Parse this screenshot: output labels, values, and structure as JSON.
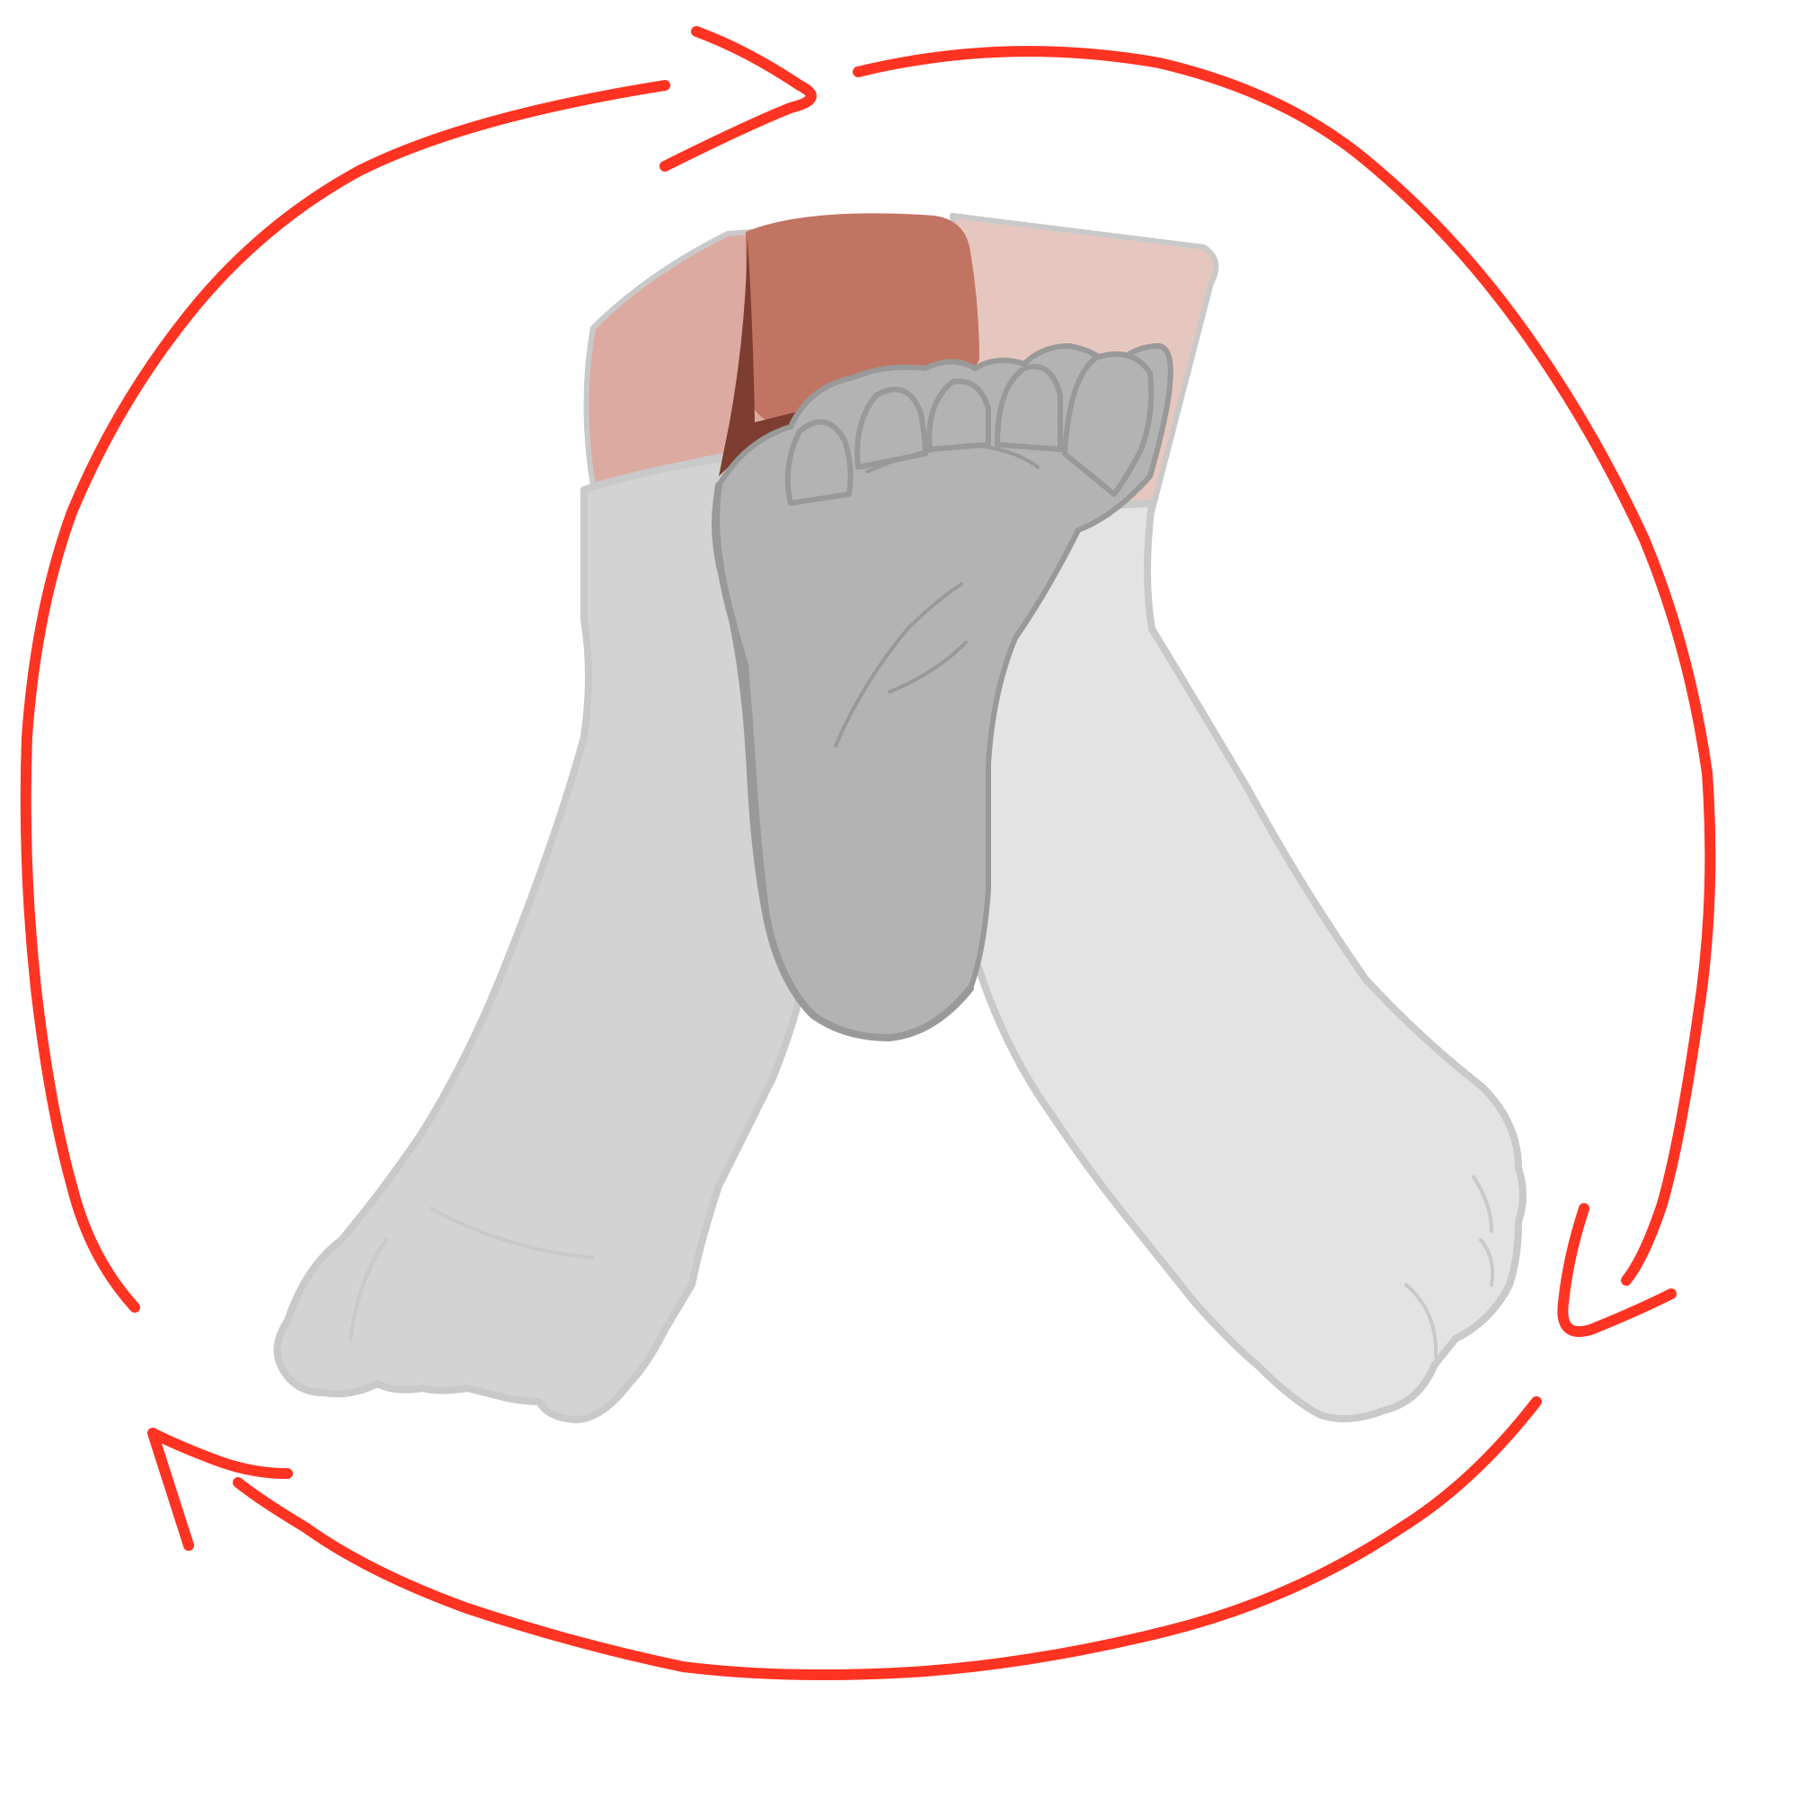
{
  "figure": {
    "subject": "feet-rotation-cycle",
    "arrow_direction": "clockwise",
    "arrow_count": 4,
    "colors": {
      "background": "#ffffff",
      "arrow": "#ff3322",
      "foot_back_light": "#e3e3e3",
      "foot_front_light": "#d3d3d3",
      "foot_sole": "#b3b3b3",
      "outline_light": "#c9c9c9",
      "outline_dark": "#999999",
      "skin_light": "#e6c7bf",
      "skin_mid": "#dcaaa0",
      "skin_dark": "#c27462",
      "skin_shadow": "#7d3d31"
    }
  }
}
